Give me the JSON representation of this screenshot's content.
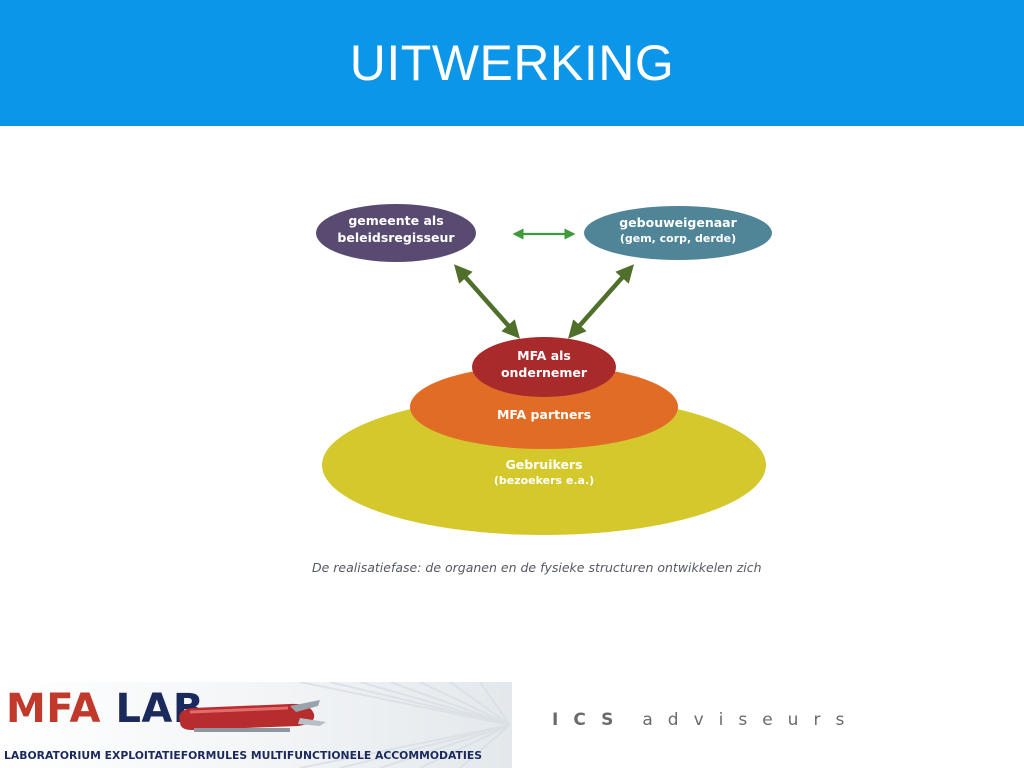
{
  "slide": {
    "title": "UITWERKING"
  },
  "diagram": {
    "nodes": {
      "gemeente": {
        "line1": "gemeente als",
        "line2": "beleidsregisseur",
        "color": "#594a72"
      },
      "gebouweigenaar": {
        "line1": "gebouweigenaar",
        "line2": "(gem, corp, derde)",
        "color": "#4f8597"
      },
      "mfa_ondernemer": {
        "line1": "MFA als",
        "line2": "ondernemer",
        "color": "#a92a2a"
      },
      "mfa_partners": {
        "line1": "MFA partners",
        "color": "#e06c26"
      },
      "gebruikers": {
        "line1": "Gebruikers",
        "line2": "(bezoekers e.a.)",
        "color": "#d4c82c"
      }
    },
    "arrow_color": "#4f6f2a",
    "caption": "De realisatiefase: de organen en de fysieke structuren ontwikkelen zich"
  },
  "footer": {
    "logo_mfa": "MFA",
    "logo_lab": "LAB",
    "logo_subtitle": "LABORATORIUM EXPLOITATIEFORMULES MULTIFUNCTIONELE ACCOMMODATIES",
    "ics_prefix": "ICS",
    "ics_suffix": "adviseurs"
  }
}
